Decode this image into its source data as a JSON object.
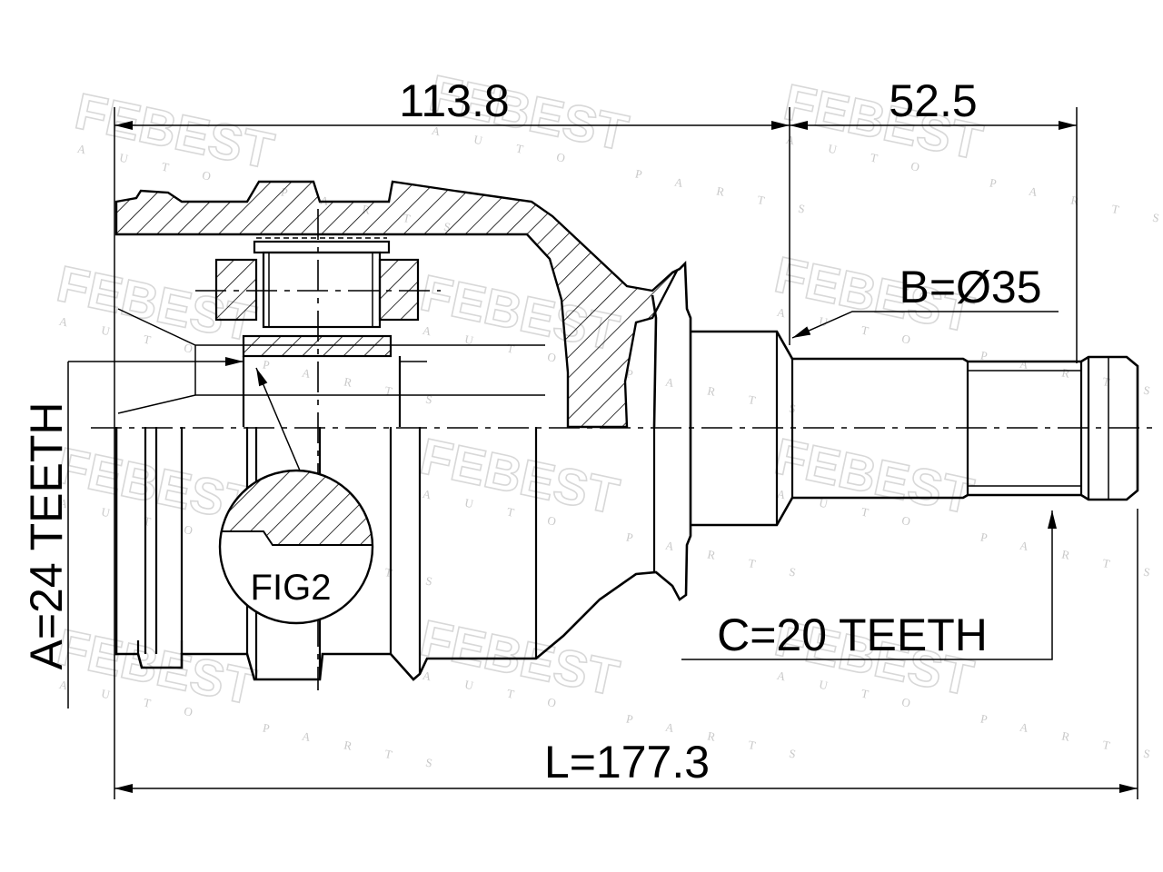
{
  "dimensions": {
    "length_housing": "113.8",
    "length_shaft": "52.5",
    "shaft_diameter": "B=Ø35",
    "shaft_teeth": "C=20 TEETH",
    "housing_teeth": "A=24 TEETH",
    "total_length": "L=177.3"
  },
  "detail": {
    "label": "FIG2"
  },
  "watermark": {
    "brand": "FEBEST",
    "sub": "AUTO PARTS"
  }
}
